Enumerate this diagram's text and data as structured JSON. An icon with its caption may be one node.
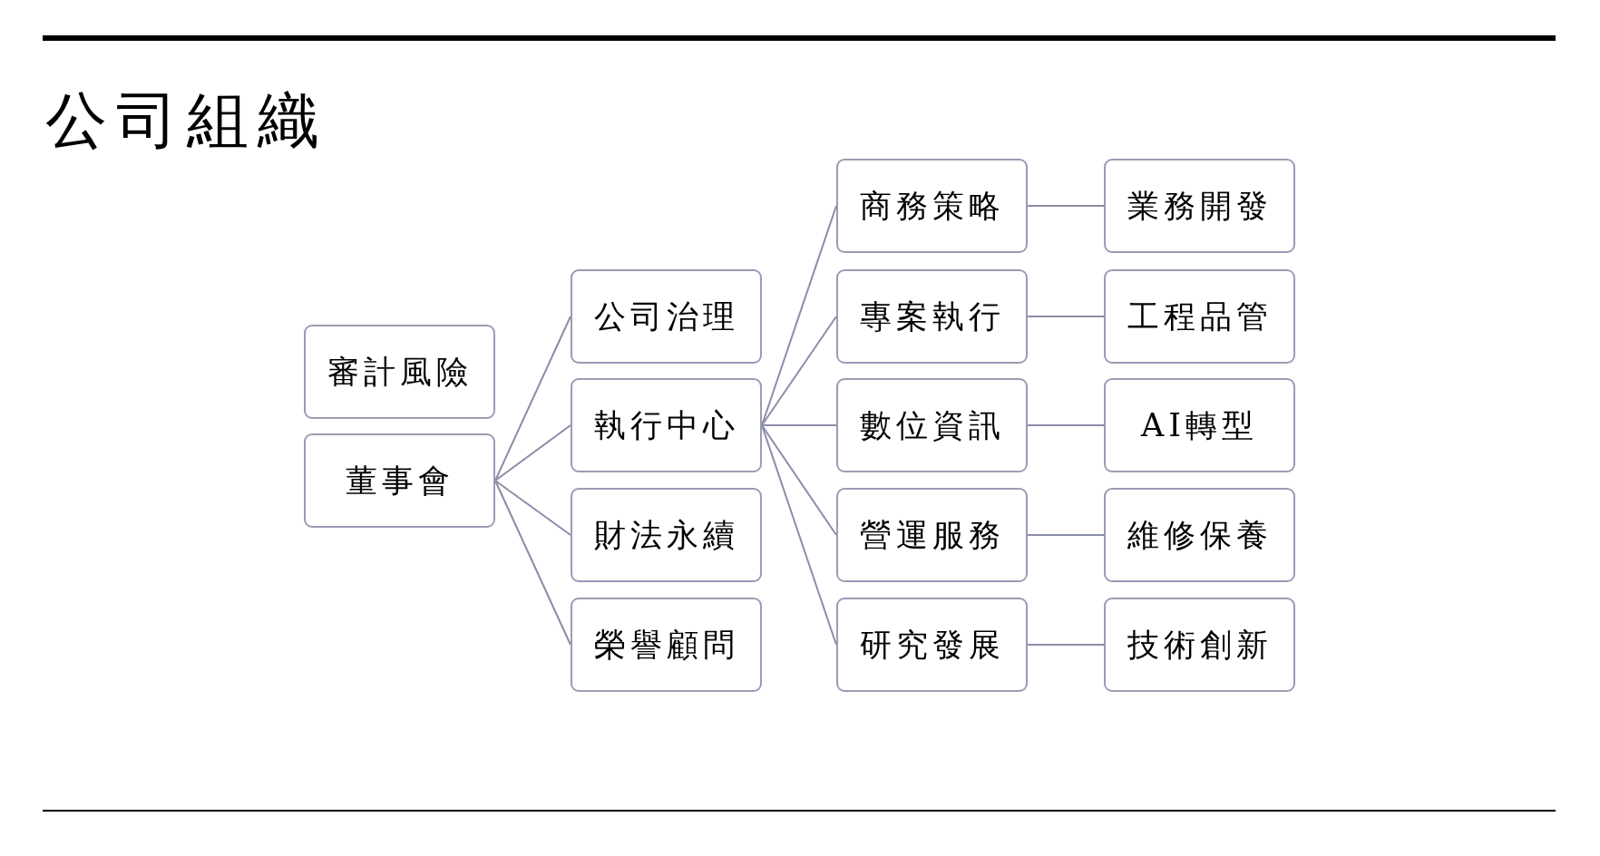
{
  "diagram": {
    "title": "公司組織",
    "nodes": [
      {
        "text": [
          "審計風險"
        ]
      },
      {
        "text": [
          "董事會"
        ]
      },
      {
        "text": [
          "公司治理"
        ]
      },
      {
        "text": [
          "執行中心"
        ]
      },
      {
        "text": [
          "財法永續"
        ]
      },
      {
        "text": [
          "榮譽顧問"
        ]
      },
      {
        "text": [
          "商務策略"
        ]
      },
      {
        "text": [
          "業務開發"
        ]
      },
      {
        "text": [
          "專案執行"
        ]
      },
      {
        "text": [
          "工程品管"
        ]
      },
      {
        "text": [
          "數位資訊"
        ]
      },
      {
        "text": [
          "AI轉型"
        ]
      },
      {
        "text": [
          "營運服務"
        ]
      },
      {
        "text": [
          "維修保養"
        ]
      },
      {
        "text": [
          "研究發展"
        ]
      },
      {
        "text": [
          "技術創新"
        ]
      }
    ],
    "edges": [
      {
        "from": 1,
        "to": 2,
        "arrow": "none"
      },
      {
        "from": 1,
        "to": 3,
        "arrow": "none"
      },
      {
        "from": 1,
        "to": 4,
        "arrow": "none"
      },
      {
        "from": 1,
        "to": 5,
        "arrow": "none"
      },
      {
        "from": 3,
        "to": 6,
        "arrow": "none"
      },
      {
        "from": 3,
        "to": 8,
        "arrow": "none"
      },
      {
        "from": 3,
        "to": 10,
        "arrow": "none"
      },
      {
        "from": 3,
        "to": 12,
        "arrow": "none"
      },
      {
        "from": 3,
        "to": 14,
        "arrow": "none"
      },
      {
        "from": 6,
        "to": 7,
        "arrow": "none"
      },
      {
        "from": 8,
        "to": 9,
        "arrow": "none"
      },
      {
        "from": 10,
        "to": 11,
        "arrow": "none"
      },
      {
        "from": 12,
        "to": 13,
        "arrow": "none"
      },
      {
        "from": 14,
        "to": 15,
        "arrow": "none"
      }
    ]
  }
}
